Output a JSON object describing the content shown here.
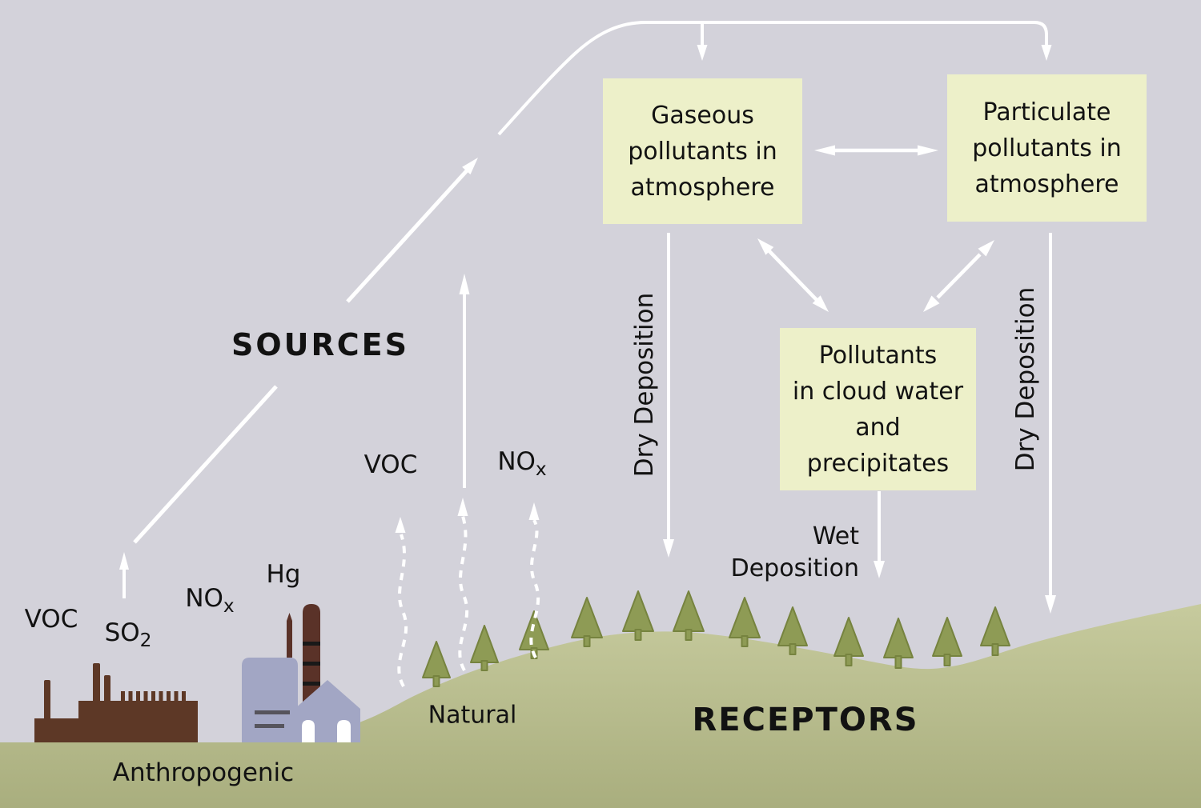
{
  "colors": {
    "sky": "#d3d2da",
    "box_fill": "#edf0c9",
    "arrow": "#ffffff",
    "text": "#121212",
    "hill_top": "#c7cb9e",
    "hill_bottom": "#a9ae7e",
    "tree_fill": "#8e9b55",
    "tree_stroke": "#76833f",
    "factory": "#5d3826",
    "stack": "#5a3228",
    "stack_band": "#191919",
    "house": "#a2a6c4",
    "house_stripe": "#56545c",
    "door": "#ffffff"
  },
  "labels": {
    "sources": "SOURCES",
    "receptors": "RECEPTORS",
    "natural": "Natural",
    "anthropogenic": "Anthropogenic",
    "dry_deposition_left": "Dry Deposition",
    "dry_deposition_right": "Dry Deposition",
    "wet_deposition_lines": [
      "Wet",
      "Deposition"
    ]
  },
  "boxes": {
    "gaseous": {
      "lines": [
        "Gaseous",
        "pollutants in",
        "atmosphere"
      ]
    },
    "particulate": {
      "lines": [
        "Particulate",
        "pollutants in",
        "atmosphere"
      ]
    },
    "cloud": {
      "lines": [
        "Pollutants",
        "in cloud water",
        "and",
        "precipitates"
      ]
    }
  },
  "pollutant_labels": {
    "factory_voc": "VOC",
    "factory_so2": {
      "main": "SO",
      "sub": "2"
    },
    "factory_nox": {
      "main": "NO",
      "sub": "x"
    },
    "factory_hg": "Hg",
    "natural_voc": "VOC",
    "natural_nox": {
      "main": "NO",
      "sub": "x"
    }
  }
}
